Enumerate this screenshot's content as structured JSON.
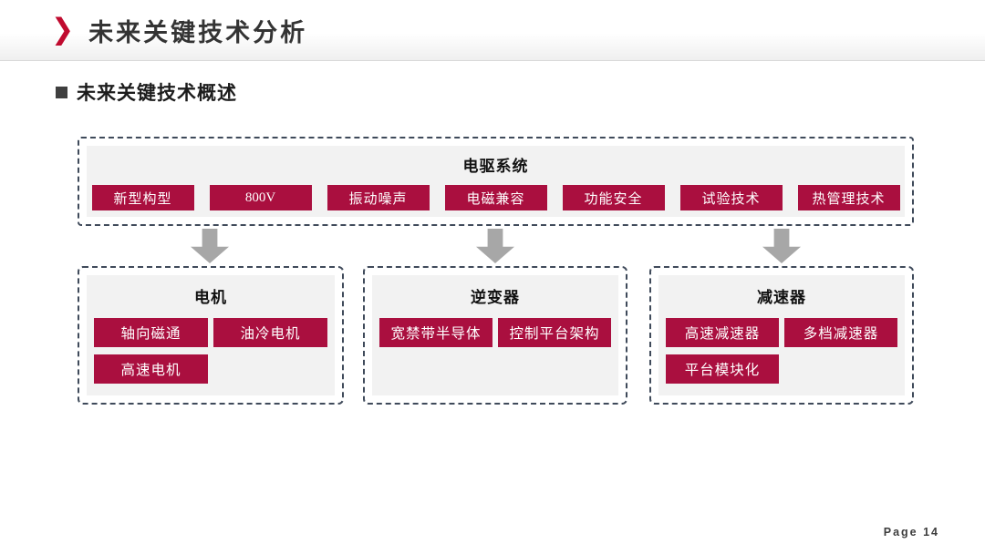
{
  "header": {
    "title": "未来关键技术分析",
    "chevron_glyph": "❯"
  },
  "section": {
    "title": "未来关键技术概述"
  },
  "diagram": {
    "system": {
      "title": "电驱系统",
      "items": [
        "新型构型",
        "800V",
        "振动噪声",
        "电磁兼容",
        "功能安全",
        "试验技术",
        "热管理技术"
      ]
    },
    "columns": [
      {
        "title": "电机",
        "items": [
          "轴向磁通",
          "油冷电机",
          "高速电机"
        ]
      },
      {
        "title": "逆变器",
        "items": [
          "宽禁带半导体",
          "控制平台架构"
        ]
      },
      {
        "title": "减速器",
        "items": [
          "高速减速器",
          "多档减速器",
          "平台模块化"
        ]
      }
    ]
  },
  "footer": {
    "page_label": "Page 14"
  },
  "colors": {
    "accent_red": "#AA0F3F",
    "chevron_red": "#C00B2F",
    "panel_gray": "#F2F2F2",
    "dash_border": "#3F4A5A",
    "arrow_gray": "#A7A7A7"
  }
}
